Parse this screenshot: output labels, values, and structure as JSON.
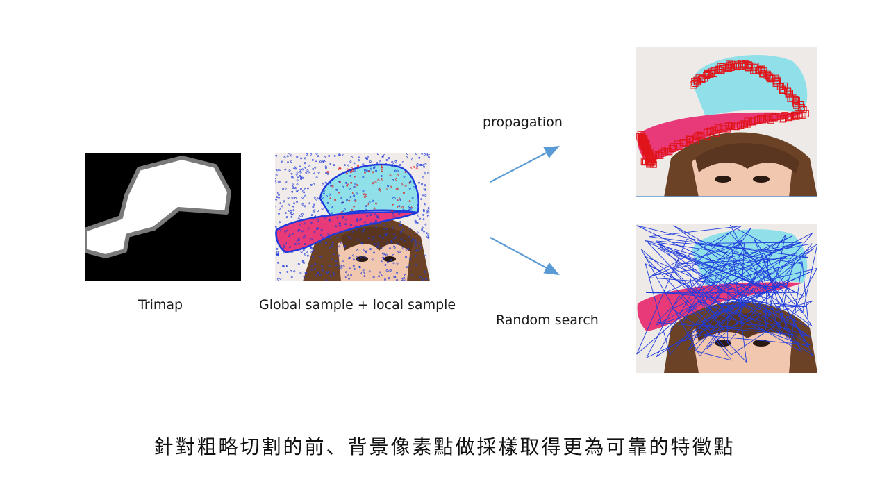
{
  "labels": {
    "trimap": "Trimap",
    "global_local": "Global sample + local sample",
    "propagation": "propagation",
    "random_search": "Random search"
  },
  "caption": "針對粗略切割的前、背景像素點做採樣取得更為可靠的特徵點",
  "colors": {
    "arrow": "#5b9bd5",
    "sample_blue": "#1f3bdc",
    "sample_red": "#e0141a",
    "hat_cyan": "#8fe0e8",
    "hat_pink": "#e83a78"
  }
}
